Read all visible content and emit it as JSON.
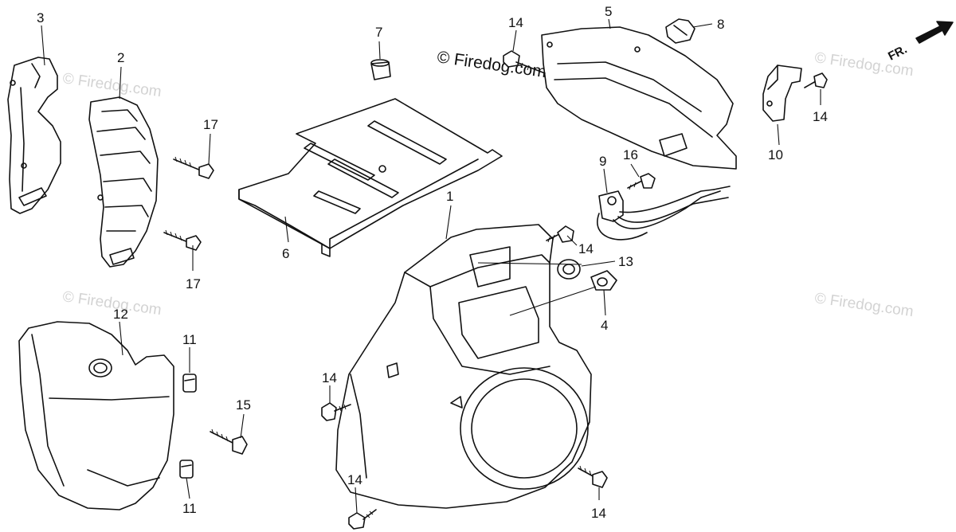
{
  "watermarks": {
    "faint": "© Firedog.com",
    "dark": "© Firedog.com"
  },
  "direction": {
    "label": "FR."
  },
  "callouts": {
    "c1": "1",
    "c2": "2",
    "c3": "3",
    "c4": "4",
    "c5": "5",
    "c6": "6",
    "c7": "7",
    "c8": "8",
    "c9": "9",
    "c10": "10",
    "c11a": "11",
    "c11b": "11",
    "c12": "12",
    "c13": "13",
    "c14a": "14",
    "c14b": "14",
    "c14c": "14",
    "c14d": "14",
    "c14e": "14",
    "c14f": "14",
    "c15": "15",
    "c16": "16",
    "c17a": "17",
    "c17b": "17"
  },
  "colors": {
    "line": "#111111",
    "watermark": "#d3d3d3",
    "background": "#ffffff"
  }
}
